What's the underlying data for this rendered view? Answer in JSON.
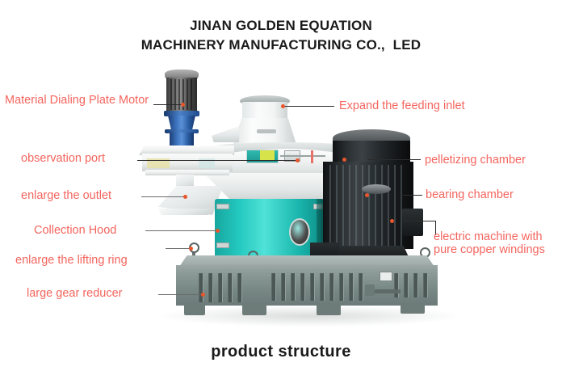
{
  "header": {
    "line1": "JINAN GOLDEN EQUATION",
    "line2": "MACHINERY MANUFACTURING CO.,  LED"
  },
  "caption": "product structure",
  "colors": {
    "label_red": "#f4655e",
    "title_black": "#1a1a1a",
    "leader_black": "#2b2b2b",
    "dot_orange": "#e8562c",
    "body_teal": "#23c8bf",
    "base_grey": "#8d9b98",
    "motor_dark": "#23282b",
    "gearbox_blue": "#2c5fa5",
    "background": "#ffffff"
  },
  "callouts": {
    "left": [
      {
        "id": "material-dialing-plate-motor",
        "text": "Material Dialing Plate Motor"
      },
      {
        "id": "observation-port",
        "text": "observation port"
      },
      {
        "id": "enlarge-the-outlet",
        "text": "enlarge the outlet"
      },
      {
        "id": "collection-hood",
        "text": "Collection Hood"
      },
      {
        "id": "enlarge-the-lifting-ring",
        "text": "enlarge the lifting ring"
      },
      {
        "id": "large-gear-reducer",
        "text": "large gear reducer"
      }
    ],
    "right": [
      {
        "id": "expand-the-feeding-inlet",
        "text": "Expand the feeding inlet"
      },
      {
        "id": "pelletizing-chamber",
        "text": "pelletizing chamber"
      },
      {
        "id": "bearing-chamber",
        "text": "bearing chamber"
      },
      {
        "id": "electric-machine-line1",
        "text": "electric machine with"
      },
      {
        "id": "electric-machine-line2",
        "text": "pure copper windings"
      }
    ]
  },
  "machine": {
    "name": "ring-die-pellet-mill",
    "parts": [
      "material-dialing-plate-motor",
      "feeding-hopper",
      "pelletizing-chamber-shell",
      "teal-pelleting-body",
      "observation-port",
      "outlet-chute",
      "collection-hood",
      "lifting-rings",
      "gear-reducer-base",
      "electric-machine"
    ]
  }
}
